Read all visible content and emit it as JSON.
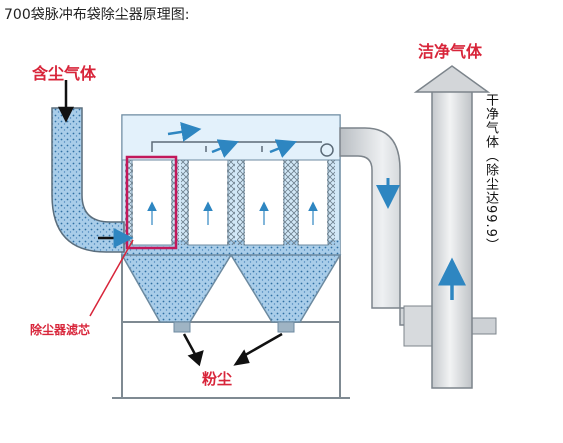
{
  "caption": "700袋脉冲布袋除尘器原理图:",
  "labels": {
    "gas_in": "含尘气体",
    "gas_out": "洁净气体",
    "dry_gas": "干净气体（除尘达99.9）",
    "filter": "除尘器滤芯",
    "dust": "粉尘"
  },
  "colors": {
    "label_red": "#d8253a",
    "body_blue": "#cfe6f6",
    "dust_blue": "#5f9ac8",
    "arrow_blue": "#2e86c1",
    "frame_gray": "#7f8a92",
    "pipe_gray": "#d3d6d9",
    "highlight": "#c2185b"
  }
}
